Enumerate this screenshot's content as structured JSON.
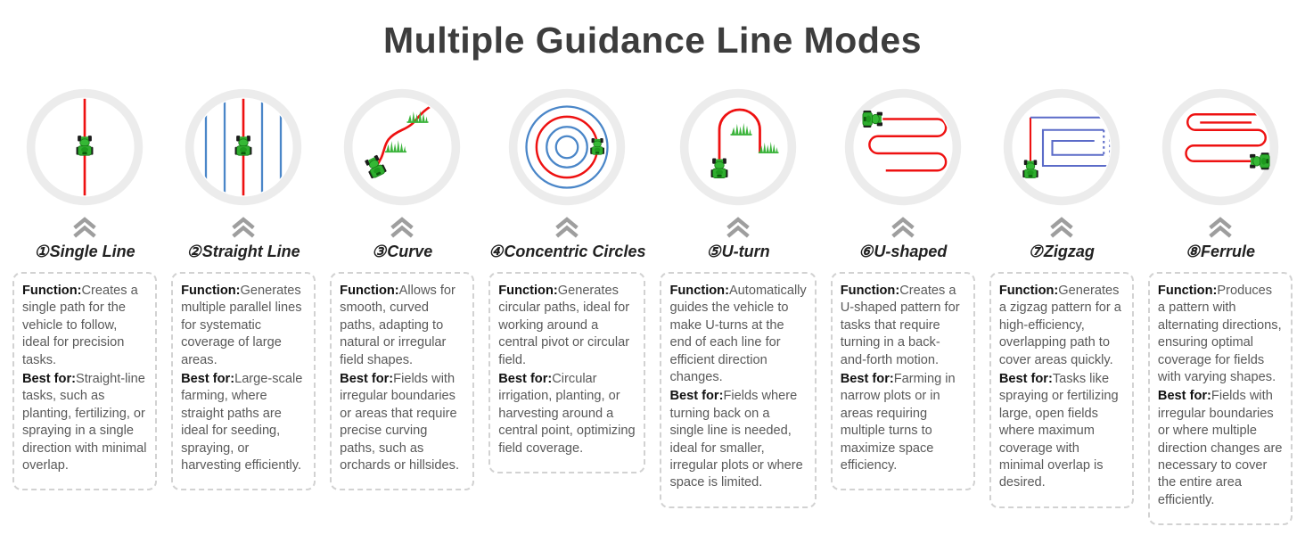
{
  "title": "Multiple Guidance Line Modes",
  "labels": {
    "function": "Function:",
    "best_for": "Best for:"
  },
  "icons": {
    "tractor": "tractor-top-view-icon",
    "grass": "grass-tuft-icon",
    "chevron": "double-chevron-up-icon"
  },
  "colors": {
    "path_red": "#ee1111",
    "path_blue": "#4a86c8",
    "path_indigo": "#5b6bc8",
    "ring_gray": "#ececec",
    "tractor_green": "#2fae2f",
    "chevron_gray": "#9e9e9e",
    "title_color": "#3d3d3d",
    "body_text": "#595959"
  },
  "modes": [
    {
      "number": "①",
      "label": "Single Line",
      "diagram": "single-line",
      "function_text": "Creates a single path for the vehicle to follow, ideal for precision tasks.",
      "best_text": "Straight-line tasks, such as planting, fertilizing, or spraying in a single direction with minimal overlap."
    },
    {
      "number": "②",
      "label": "Straight Line",
      "diagram": "parallel-lines",
      "function_text": "Generates multiple parallel lines for systematic coverage of large areas.",
      "best_text": "Large-scale farming, where straight paths are ideal for seeding, spraying, or harvesting efficiently."
    },
    {
      "number": "③",
      "label": "Curve",
      "diagram": "s-curve",
      "function_text": "Allows for smooth, curved paths, adapting to natural or irregular field shapes.",
      "best_text": "Fields with irregular boundaries or areas that require precise curving paths, such as orchards or hillsides."
    },
    {
      "number": "④",
      "label": "Concentric Circles",
      "diagram": "concentric-circles",
      "function_text": "Generates circular paths, ideal for working around a central pivot or circular field.",
      "best_text": "Circular irrigation, planting, or harvesting around a central point, optimizing field coverage."
    },
    {
      "number": "⑤",
      "label": "U-turn",
      "diagram": "u-turn-arch",
      "function_text": "Automatically guides the vehicle to make U-turns at the end of each line for efficient direction changes.",
      "best_text": "Fields where turning back on a single line is needed, ideal for smaller, irregular plots or where space is limited."
    },
    {
      "number": "⑥",
      "label": "U-shaped",
      "diagram": "serpentine",
      "function_text": "Creates a U-shaped pattern for tasks that require turning in a back-and-forth motion.",
      "best_text": "Farming in narrow plots or in areas requiring multiple turns to maximize space efficiency."
    },
    {
      "number": "⑦",
      "label": "Zigzag",
      "diagram": "rectangular-spiral",
      "function_text": "Generates a zigzag pattern for a high-efficiency, overlapping path to cover areas quickly.",
      "best_text": "Tasks like spraying or fertilizing large, open fields where maximum coverage with minimal overlap is desired."
    },
    {
      "number": "⑧",
      "label": "Ferrule",
      "diagram": "tight-serpentine",
      "function_text": "Produces a pattern with alternating directions, ensuring optimal coverage for fields with varying shapes.",
      "best_text": "Fields with irregular boundaries or where multiple direction changes are necessary to cover the entire area efficiently."
    }
  ]
}
